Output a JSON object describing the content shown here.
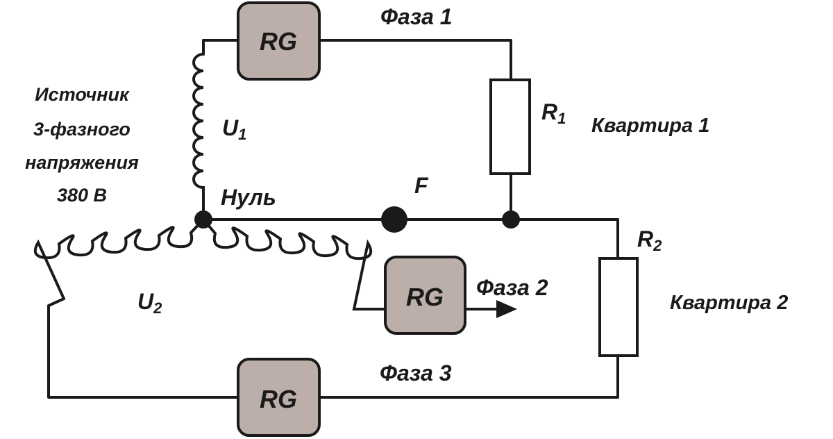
{
  "labels": {
    "source_lines": [
      "Источник",
      "3-фазного",
      "напряжения",
      "380 В"
    ],
    "phase1": "Фаза 1",
    "phase2": "Фаза 2",
    "phase3": "Фаза 3",
    "neutral": "Нуль",
    "fault": "F",
    "u1_main": "U",
    "u1_sub": "1",
    "u2_main": "U",
    "u2_sub": "2",
    "r1_main": "R",
    "r1_sub": "1",
    "r2_main": "R",
    "r2_sub": "2",
    "apartment1": "Квартира 1",
    "apartment2": "Квартира 2",
    "rg1": "RG",
    "rg2": "RG",
    "rg3": "RG"
  },
  "colors": {
    "rg_fill": "#bcaea9",
    "line": "#1a1a1a",
    "background": "#ffffff"
  }
}
